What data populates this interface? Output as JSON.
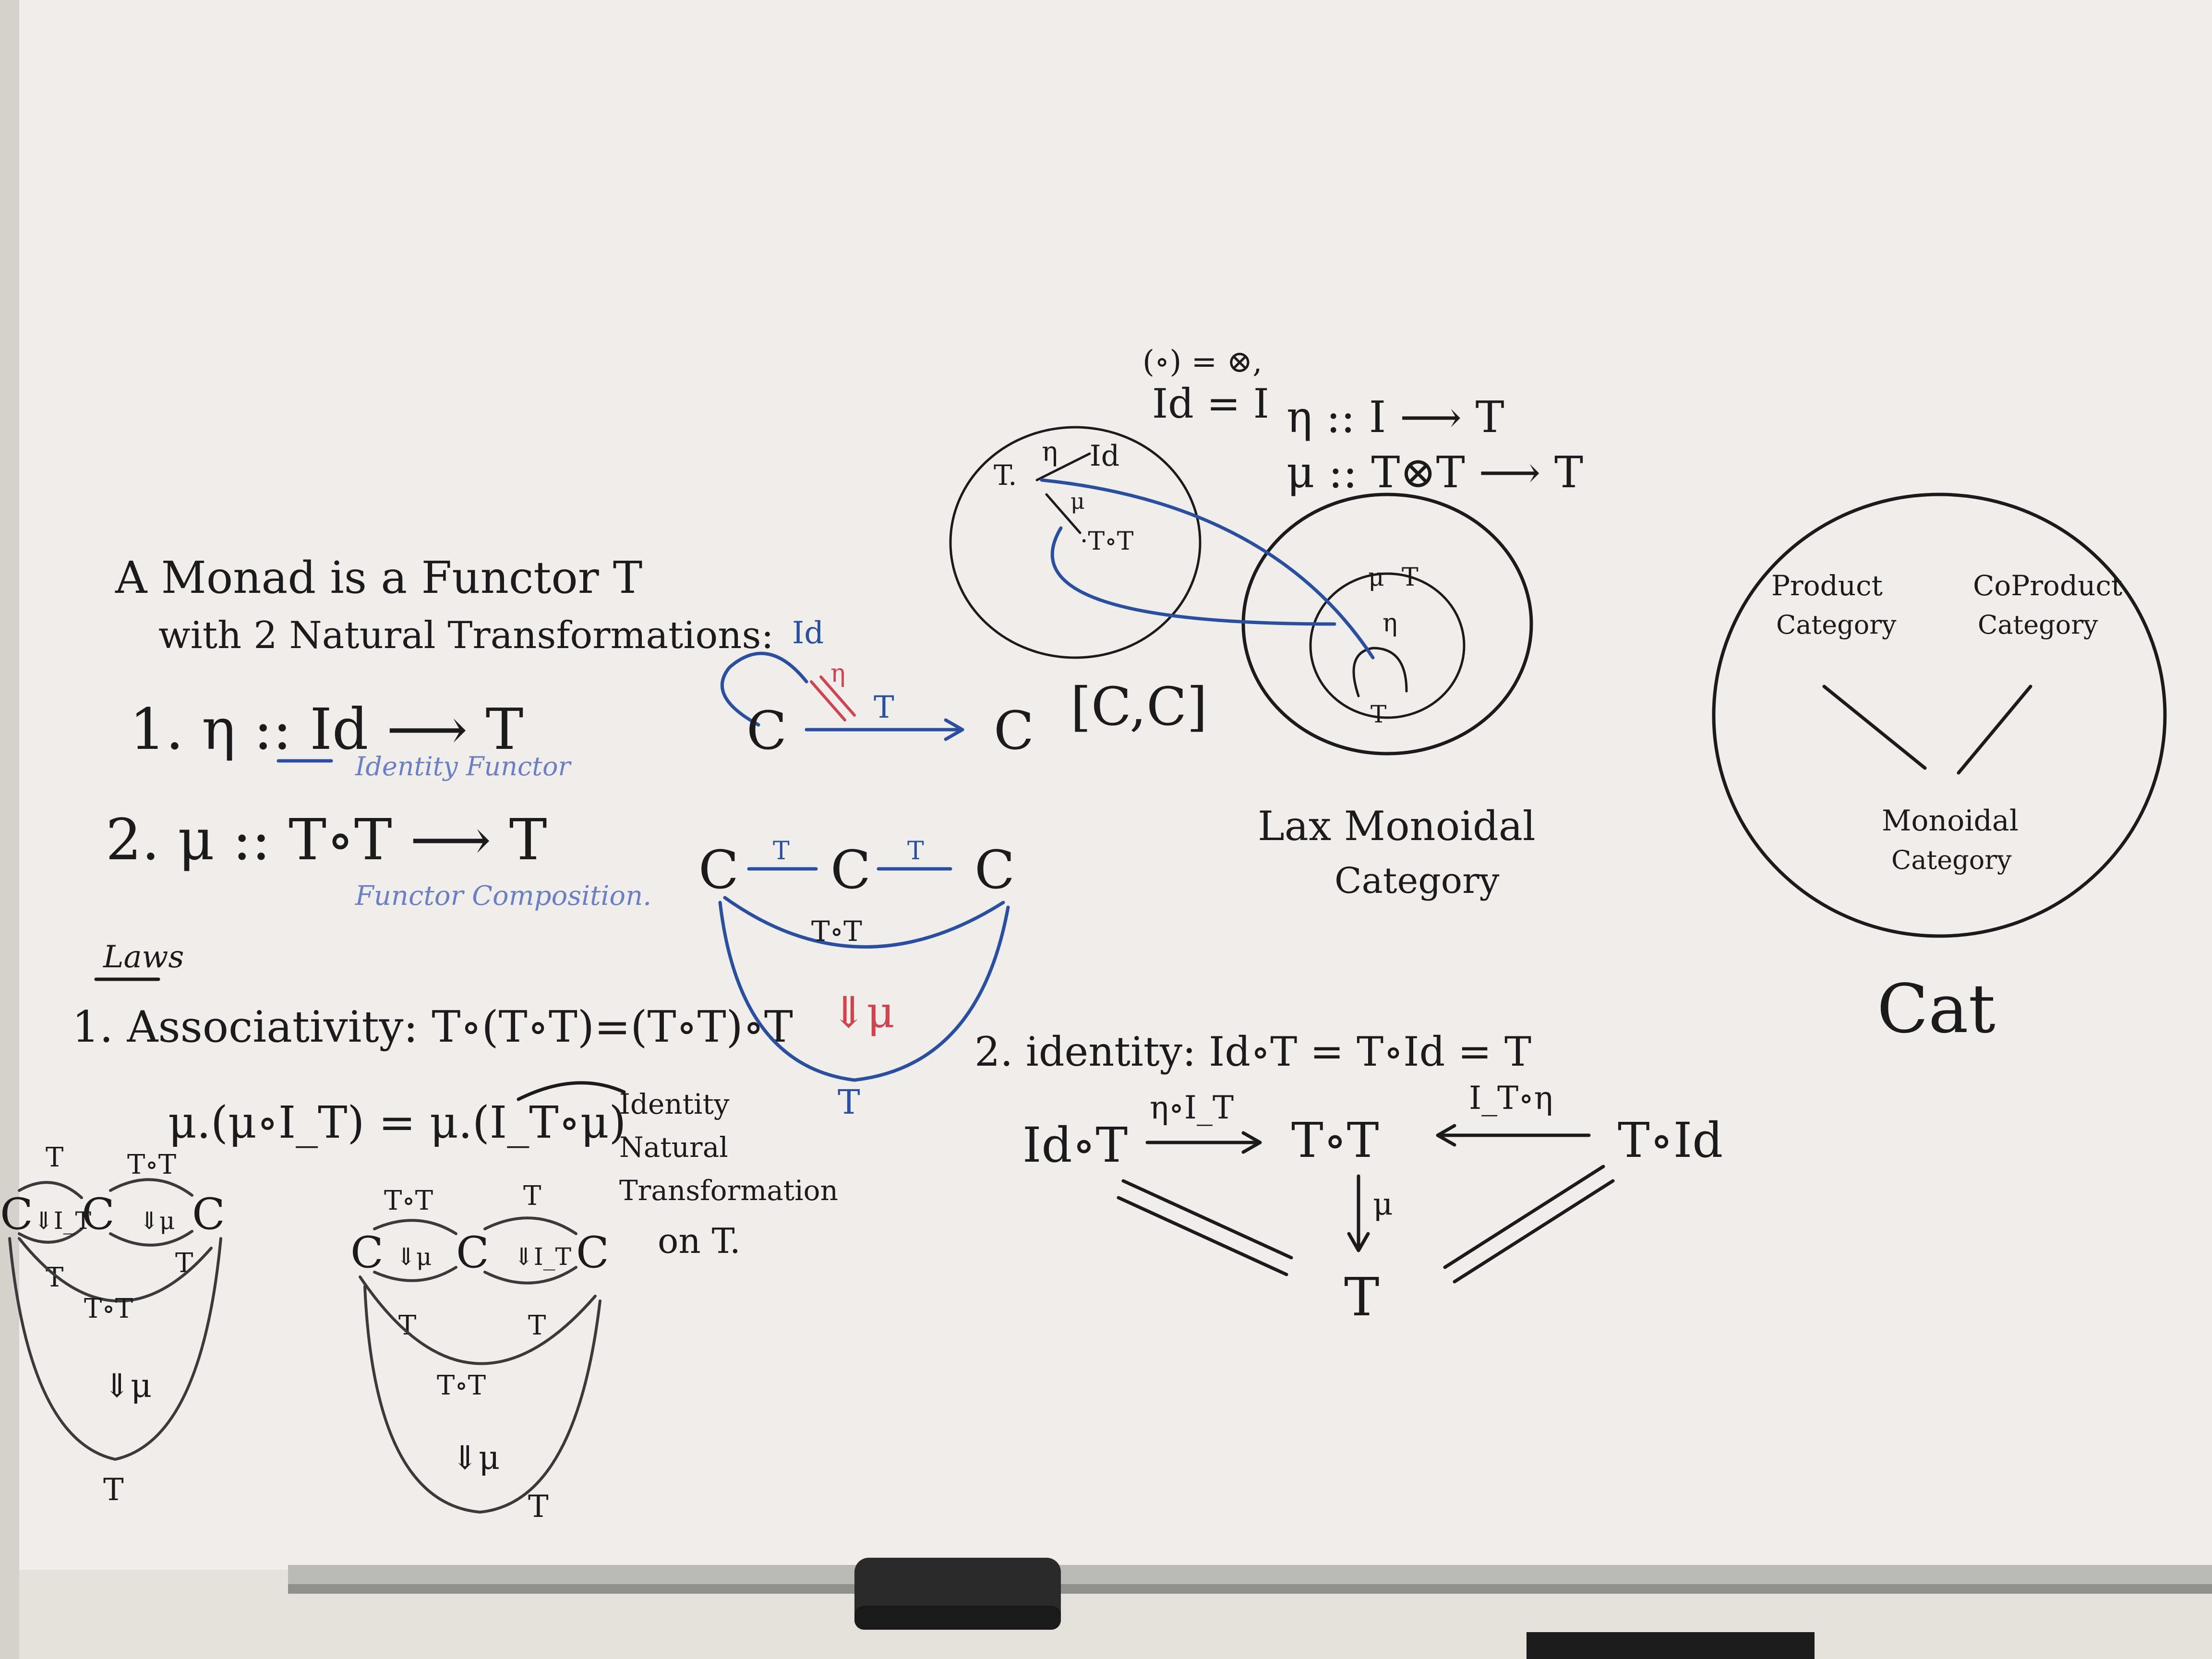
{
  "definition": {
    "line1": "A Monad is a Functor T",
    "line2": "with 2 Natural Transformations:",
    "item1": "1. η :: Id ⟶ T",
    "item1_note": "Identity Functor",
    "item2": "2. μ :: T∘T ⟶ T",
    "item2_note": "Functor Composition."
  },
  "laws": {
    "heading": "Laws",
    "law1": "1. Associativity: T∘(T∘T)=(T∘T)∘T",
    "law1_eq": "μ.(μ∘I_T) = μ.(I_T∘μ)",
    "note_line1": "Identity",
    "note_line2": "Natural",
    "note_line3": "Transformation",
    "note_line4": "on T.",
    "law2": "2. identity: Id∘T = T∘Id = T"
  },
  "assoc_left": {
    "T": "T",
    "ToT": "T∘T",
    "C": "C",
    "I_T": "⇓I_T",
    "mu": "⇓μ",
    "mu_big": "⇓μ",
    "T_right": "T",
    "T_left": "T",
    "ToT_arc": "T∘T",
    "T_bottom": "T"
  },
  "assoc_right": {
    "ToT": "T∘T",
    "T": "T",
    "C": "C",
    "mu": "⇓μ",
    "I_T": "⇓I_T",
    "mu_big": "⇓μ",
    "T_left": "T",
    "T_right": "T",
    "ToT_arc": "T∘T",
    "T_bottom": "T"
  },
  "endo_diagram": {
    "Id": "Id",
    "eta": "η",
    "T": "T",
    "C_left": "C",
    "C_right": "C",
    "bracket": "[C,C]"
  },
  "compose_diagram": {
    "C": "C",
    "T": "T",
    "ToT": "T∘T",
    "mu": "⇓μ",
    "T_bottom": "T"
  },
  "monoidal_notes": {
    "line1": "(∘) = ⊗,",
    "line2": "Id = I",
    "eta": "η :: I ⟶ T",
    "mu": "μ :: T⊗T ⟶ T"
  },
  "circle_small": {
    "T": "T.",
    "eta": "η",
    "Id": "Id",
    "mu": "μ",
    "ToT": "·T∘T"
  },
  "circle_medium": {
    "mu": "μ",
    "T": "T",
    "eta": "η",
    "T_bottom": "T",
    "caption1": "Lax Monoidal",
    "caption2": "Category"
  },
  "cat_circle": {
    "product1": "Product",
    "product2": "Category",
    "coproduct1": "CoProduct",
    "coproduct2": "Category",
    "monoidal1": "Monoidal",
    "monoidal2": "Category",
    "label": "Cat"
  },
  "identity_triangle": {
    "IdoT": "Id∘T",
    "etaoIT": "η∘I_T",
    "ToT": "T∘T",
    "IToeta": "I_T∘η",
    "ToId": "T∘Id",
    "mu": "μ",
    "T": "T"
  }
}
